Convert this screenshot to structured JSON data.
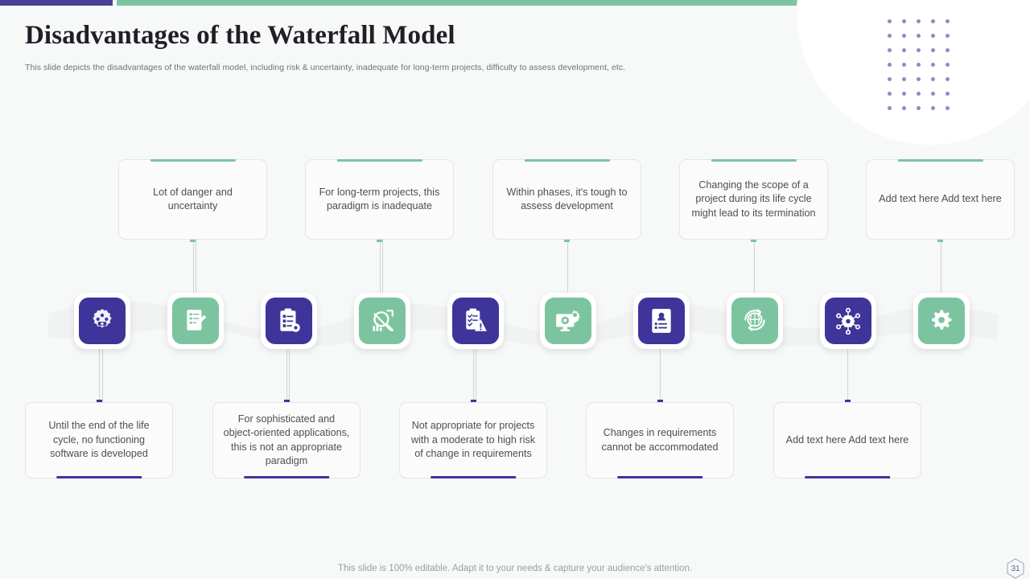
{
  "slide": {
    "title": "Disadvantages of the Waterfall Model",
    "subtitle": "This slide depicts the disadvantages of the waterfall model, including risk & uncertainty, inadequate for long-term projects, difficulty to  assess development, etc.",
    "footer_note": "This slide is 100% editable. Adapt it to your needs & capture your audience's attention.",
    "page_number": "31"
  },
  "colors": {
    "purple": "#3f3499",
    "purple_bar": "#4a3f94",
    "green": "#7cc4a0",
    "background": "#f7f8f8",
    "card_border": "#e3e6e6",
    "title_text": "#201e27",
    "body_text": "#4b4f55",
    "muted_text": "#6e7279",
    "dot_grid": "#8b8fc0"
  },
  "top_cards": [
    {
      "text": "Lot of danger and uncertainty"
    },
    {
      "text": "For long-term projects, this paradigm is inadequate"
    },
    {
      "text": "Within phases, it's tough to assess development"
    },
    {
      "text": "Changing the scope of a project during its life cycle might lead to its termination"
    },
    {
      "text": "Add text here Add text here"
    }
  ],
  "bottom_cards": [
    {
      "text": "Until the end of the life cycle, no functioning software is developed"
    },
    {
      "text": "For sophisticated and object-oriented applications, this is not an appropriate paradigm"
    },
    {
      "text": "Not appropriate for projects with a moderate to high risk of change in requirements"
    },
    {
      "text": "Changes in requirements cannot be accommodated"
    },
    {
      "text": "Add text here Add text here"
    }
  ],
  "icons": [
    {
      "name": "settings-gear-network-icon",
      "color": "purple"
    },
    {
      "name": "document-checklist-pencil-icon",
      "color": "green"
    },
    {
      "name": "clipboard-checklist-gear-icon",
      "color": "purple"
    },
    {
      "name": "magnifier-bar-chart-arrow-icon",
      "color": "green"
    },
    {
      "name": "clipboard-warning-icon",
      "color": "purple"
    },
    {
      "name": "monitor-gears-icon",
      "color": "green"
    },
    {
      "name": "profile-resume-document-icon",
      "color": "purple"
    },
    {
      "name": "brain-refresh-cycle-icon",
      "color": "green"
    },
    {
      "name": "gear-network-nodes-icon",
      "color": "purple"
    },
    {
      "name": "gear-solid-icon",
      "color": "green"
    }
  ]
}
